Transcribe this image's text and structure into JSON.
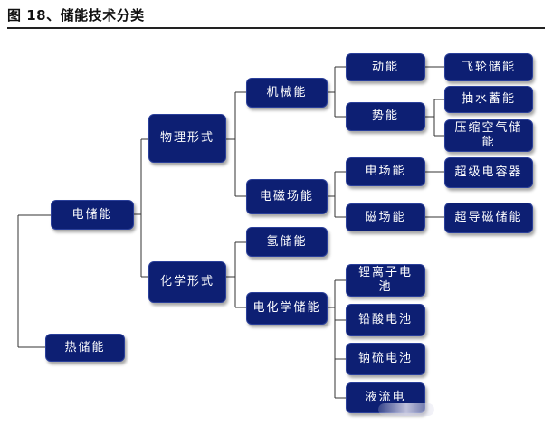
{
  "title": "图 18、储能技术分类",
  "nodes": {
    "electric_storage": "电储能",
    "thermal_storage": "热储能",
    "physical_form": "物理形式",
    "chemical_form": "化学形式",
    "mechanical": "机械能",
    "electromagnetic_field": "电磁场能",
    "hydrogen": "氢储能",
    "electrochemical": "电化学储能",
    "kinetic": "动能",
    "potential": "势能",
    "electric_field": "电场能",
    "magnetic_field": "磁场能",
    "flywheel": "飞轮储能",
    "pumped_hydro": "抽水蓄能",
    "compressed_air": "压缩空气储能",
    "supercapacitor": "超级电容器",
    "superconducting": "超导磁储能",
    "lithium_ion": "锂离子电池",
    "lead_acid": "铅酸电池",
    "sodium_sulfur": "钠硫电池",
    "flow_battery": "液流电"
  }
}
